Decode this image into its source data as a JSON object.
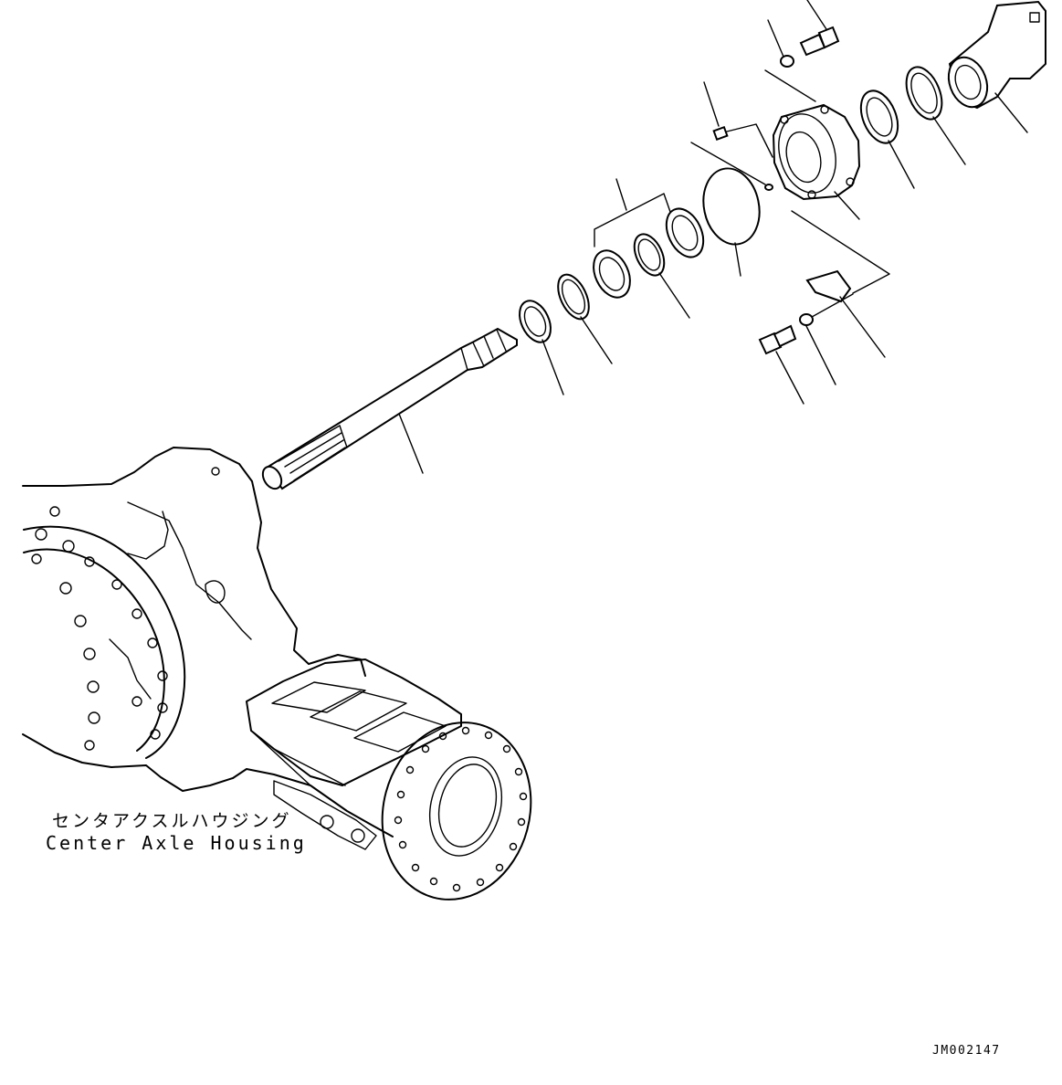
{
  "housing_label": {
    "japanese": "センタアクスルハウジング",
    "english": "Center Axle Housing"
  },
  "figure_id": "JM002147"
}
